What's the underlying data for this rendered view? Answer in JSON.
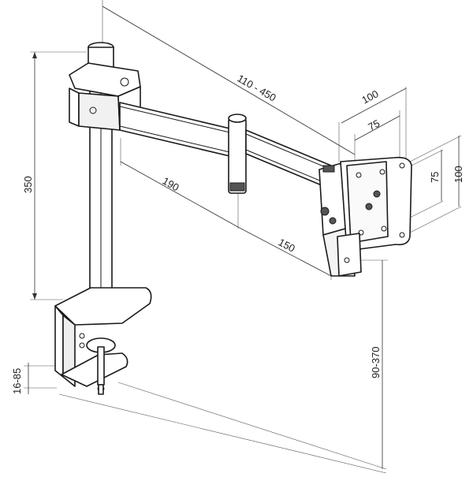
{
  "diagram": {
    "subject": "monitor arm with desk clamp",
    "dimensions": {
      "arm_reach": "110 - 450",
      "vesa_outer_horizontal": "100",
      "vesa_inner_horizontal": "75",
      "vesa_outer_vertical": "100",
      "vesa_inner_vertical": "75",
      "pole_height": "350",
      "arm_segment_1": "190",
      "arm_segment_2": "150",
      "clamp_thickness": "16-85",
      "mount_height": "90-370"
    }
  }
}
